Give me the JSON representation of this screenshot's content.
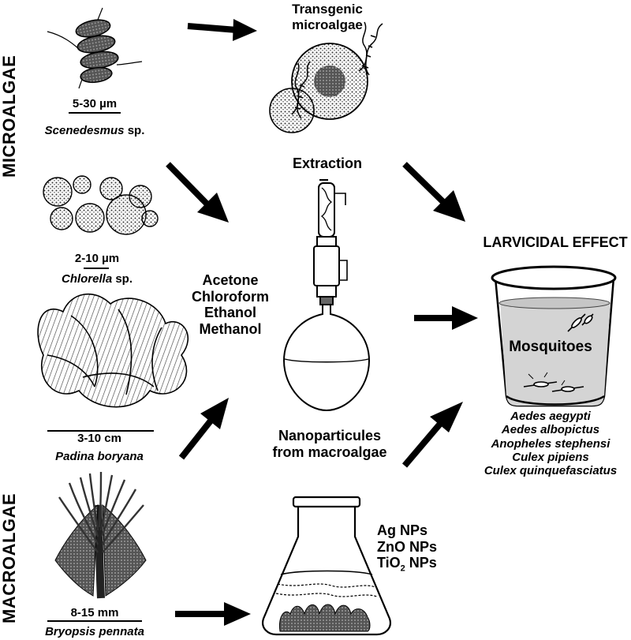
{
  "side_labels": {
    "microalgae": "MICROALGAE",
    "macroalgae": "MACROALGAE"
  },
  "organisms": {
    "scenedesmus": {
      "scale": "5-30 µm",
      "genus": "Scenedesmus",
      "suffix": " sp."
    },
    "chlorella": {
      "scale": "2-10 µm",
      "genus": "Chlorella",
      "suffix": " sp."
    },
    "padina": {
      "scale": "3-10 cm",
      "name": "Padina boryana"
    },
    "bryopsis": {
      "scale": "8-15 mm",
      "name": "Bryopsis pennata"
    }
  },
  "transgenic": {
    "line1": "Transgenic",
    "line2": "microalgae"
  },
  "extraction": {
    "title": "Extraction",
    "solvents": [
      "Acetone",
      "Chloroform",
      "Ethanol",
      "Methanol"
    ]
  },
  "nanoparticles": {
    "title_line1": "Nanoparticules",
    "title_line2": "from macroalgae",
    "items": [
      {
        "base": "Ag NPs",
        "sub": ""
      },
      {
        "base": "ZnO NPs",
        "sub": ""
      },
      {
        "base": "TiO",
        "sub": "2",
        "rest": " NPs"
      }
    ]
  },
  "effect": {
    "title": "LARVICIDAL EFFECT",
    "cup_label": "Mosquitoes",
    "species": [
      "Aedes aegypti",
      "Aedes albopictus",
      "Anopheles stephensi",
      "Culex pipiens",
      "Culex quinquefasciatus"
    ]
  },
  "colors": {
    "ink": "#000000",
    "water": "#d4d4d4",
    "paper": "#ffffff"
  }
}
